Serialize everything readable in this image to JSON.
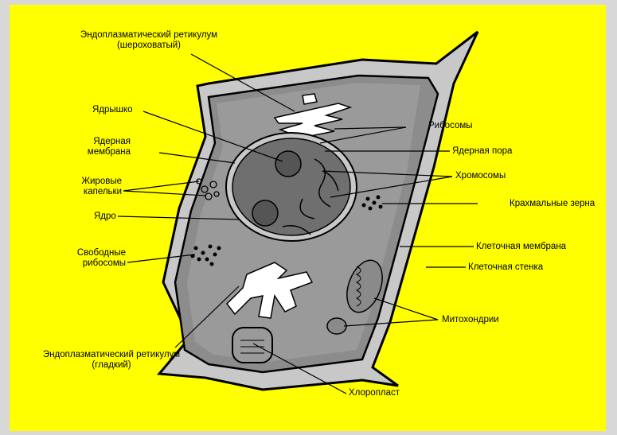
{
  "colors": {
    "background": "#ffff00",
    "frame": "#d8d8d8",
    "cell_wall": "#c8c8c8",
    "cytoplasm": "#8c8c8c",
    "nucleus": "#6f6f6f",
    "outline": "#000000"
  },
  "labels": {
    "er_rough_1": "Эндоплазматический ретикулум",
    "er_rough_2": "(шероховатый)",
    "nucleolus": "Ядрышко",
    "nuclear_membrane_1": "Ядерная",
    "nuclear_membrane_2": "мембрана",
    "fat_droplets_1": "Жировые",
    "fat_droplets_2": "капельки",
    "nucleus": "Ядро",
    "free_ribosomes_1": "Свободные",
    "free_ribosomes_2": "рибосомы",
    "er_smooth_1": "Эндоплазматический ретикулум",
    "er_smooth_2": "(гладкий)",
    "chloroplast": "Хлоропласт",
    "ribosomes": "Рибосомы",
    "nuclear_pore": "Ядерная пора",
    "chromosomes": "Хромосомы",
    "starch_grains": "Крахмальные зерна",
    "cell_membrane": "Клеточная мембрана",
    "cell_wall": "Клеточная стенка",
    "mitochondria": "Митохондрии"
  }
}
